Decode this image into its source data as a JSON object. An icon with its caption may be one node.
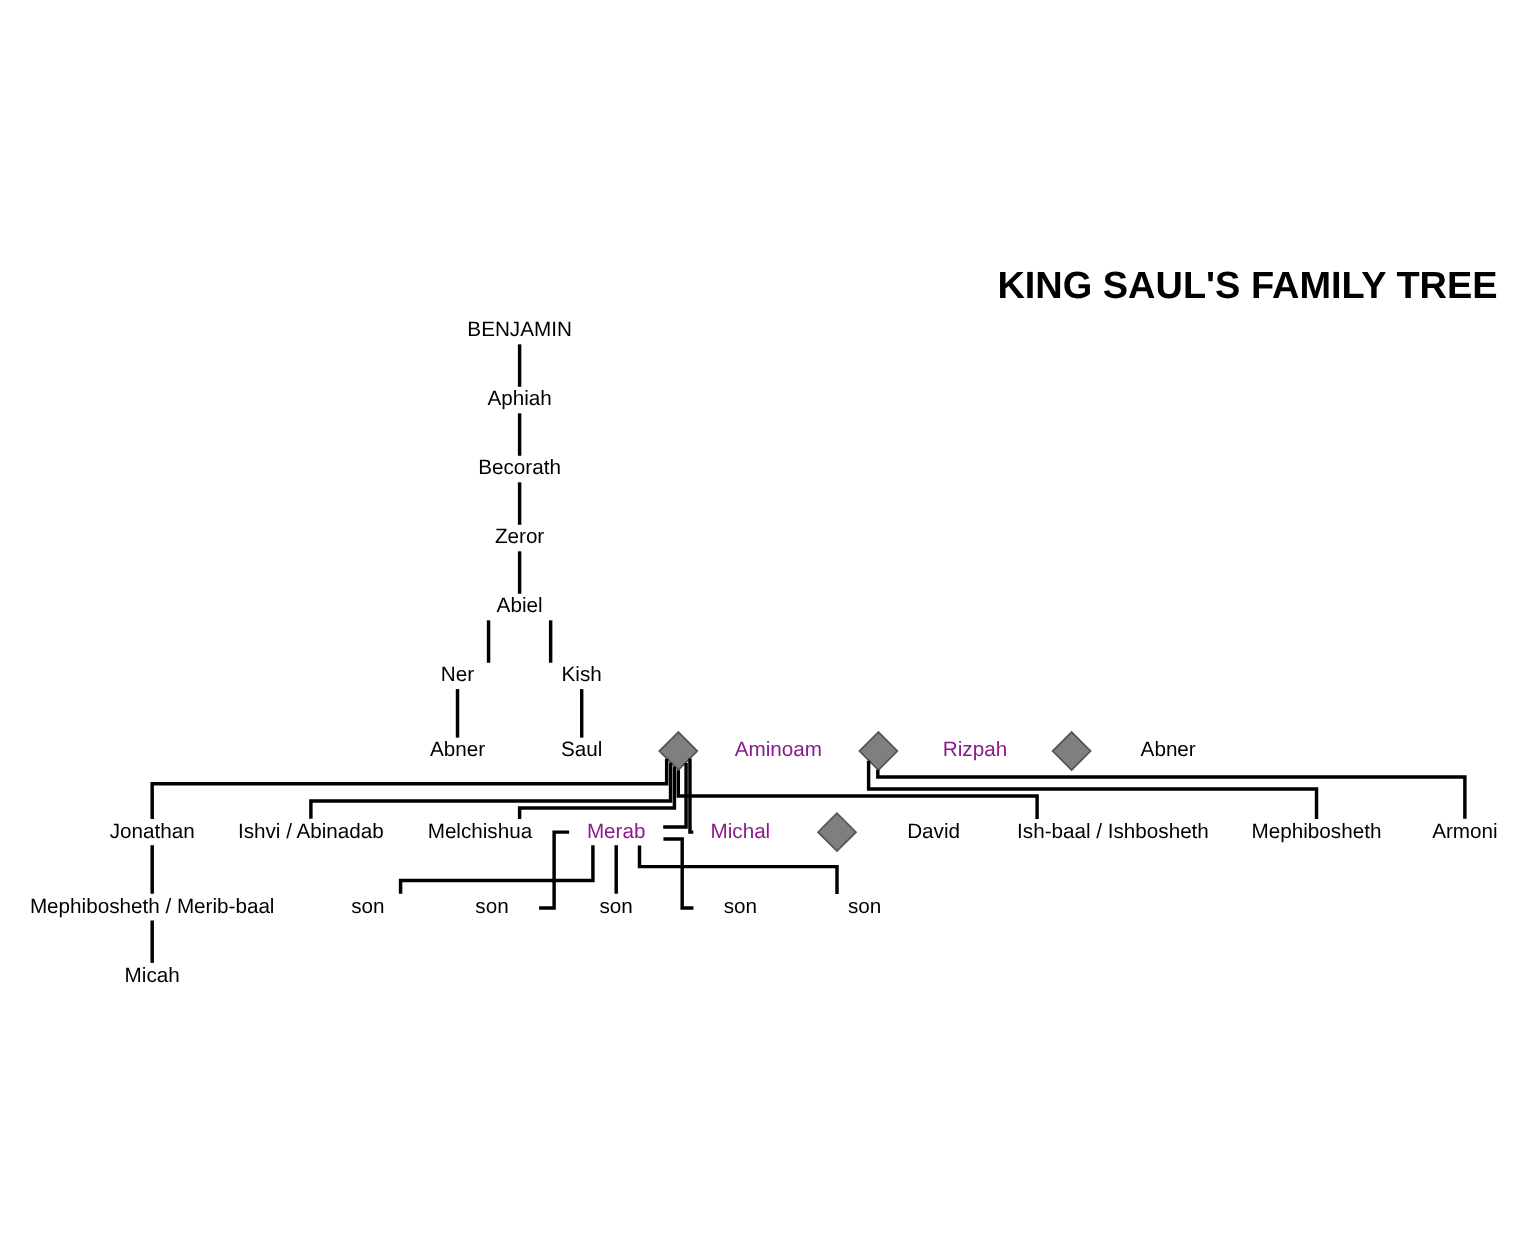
{
  "diagram": {
    "title": "KING SAUL'S FAMILY TREE",
    "nodes": [
      {
        "text": [
          "BENJAMIN"
        ]
      },
      {
        "text": [
          "Aphiah"
        ]
      },
      {
        "text": [
          "Becorath"
        ]
      },
      {
        "text": [
          "Zeror"
        ]
      },
      {
        "text": [
          "Abiel"
        ]
      },
      {
        "text": [
          "Ner"
        ]
      },
      {
        "text": [
          "Kish"
        ]
      },
      {
        "text": [
          "Abner"
        ]
      },
      {
        "text": [
          "Saul"
        ]
      },
      {
        "text": [],
        "shape": "diamond"
      },
      {
        "text": [
          "Aminoam"
        ]
      },
      {
        "text": [
          "Jonathan"
        ]
      },
      {
        "text": [
          "Ishvi / Abinadab"
        ]
      },
      {
        "text": [
          "Melchishua"
        ]
      },
      {
        "text": [
          "Merab"
        ]
      },
      {
        "text": [
          "Michal"
        ]
      },
      {
        "text": [],
        "shape": "diamond"
      },
      {
        "text": [
          "David"
        ]
      },
      {
        "text": [
          "Ish-baal / Ishbosheth"
        ]
      },
      {
        "text": [],
        "shape": "diamond"
      },
      {
        "text": [
          "Rizpah"
        ]
      },
      {
        "text": [],
        "shape": "diamond"
      },
      {
        "text": [
          "Abner"
        ]
      },
      {
        "text": [
          "Mephibosheth"
        ]
      },
      {
        "text": [
          "Armoni"
        ]
      },
      {
        "text": [
          "son"
        ]
      },
      {
        "text": [
          "son"
        ]
      },
      {
        "text": [
          "son"
        ]
      },
      {
        "text": [
          "son"
        ]
      },
      {
        "text": [
          "son"
        ]
      },
      {
        "text": [
          "Mephibosheth / Merib-baal"
        ]
      },
      {
        "text": [
          "Micah"
        ]
      }
    ],
    "edges": [
      {
        "from": 0,
        "to": 1,
        "arrow": "none"
      },
      {
        "from": 1,
        "to": 2,
        "arrow": "none"
      },
      {
        "from": 2,
        "to": 3,
        "arrow": "none"
      },
      {
        "from": 3,
        "to": 4,
        "arrow": "none"
      },
      {
        "from": 4,
        "to": 5,
        "arrow": "none"
      },
      {
        "from": 4,
        "to": 6,
        "arrow": "none"
      },
      {
        "from": 5,
        "to": 7,
        "arrow": "none"
      },
      {
        "from": 6,
        "to": 8,
        "arrow": "none"
      },
      {
        "from": 9,
        "to": 11,
        "arrow": "none"
      },
      {
        "from": 9,
        "to": 12,
        "arrow": "none"
      },
      {
        "from": 9,
        "to": 13,
        "arrow": "none"
      },
      {
        "from": 9,
        "to": 14,
        "arrow": "none"
      },
      {
        "from": 9,
        "to": 15,
        "arrow": "none"
      },
      {
        "from": 9,
        "to": 18,
        "arrow": "none"
      },
      {
        "from": 19,
        "to": 23,
        "arrow": "none"
      },
      {
        "from": 19,
        "to": 24,
        "arrow": "none"
      },
      {
        "from": 14,
        "to": 25,
        "arrow": "none"
      },
      {
        "from": 14,
        "to": 26,
        "arrow": "none"
      },
      {
        "from": 14,
        "to": 27,
        "arrow": "none"
      },
      {
        "from": 14,
        "to": 28,
        "arrow": "none"
      },
      {
        "from": 14,
        "to": 29,
        "arrow": "none"
      },
      {
        "from": 11,
        "to": 30,
        "arrow": "none"
      },
      {
        "from": 30,
        "to": 31,
        "arrow": "none"
      }
    ]
  }
}
